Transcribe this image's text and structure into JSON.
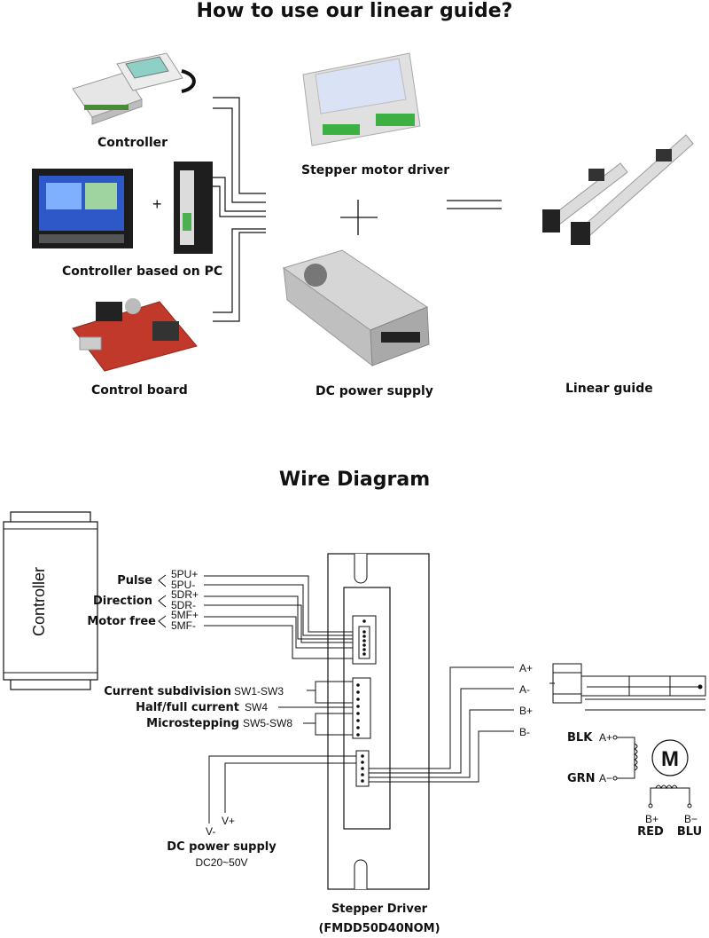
{
  "top": {
    "title": "How to use our linear guide?",
    "captions": {
      "controller": "Controller",
      "pc_controller": "Controller based on PC",
      "control_board": "Control board",
      "driver": "Stepper motor driver",
      "power": "DC power supply",
      "guide": "Linear guide"
    },
    "plus_sign": "+"
  },
  "wire": {
    "title": "Wire Diagram",
    "controller_label": "Controller",
    "signals": [
      {
        "name": "Pulse",
        "pins": [
          "5PU+",
          "5PU-"
        ]
      },
      {
        "name": "Direction",
        "pins": [
          "5DR+",
          "5DR-"
        ]
      },
      {
        "name": "Motor free",
        "pins": [
          "5MF+",
          "5MF-"
        ]
      }
    ],
    "switches": [
      {
        "name": "Current subdivision",
        "code": "SW1-SW3"
      },
      {
        "name": "Half/full current",
        "code": "SW4"
      },
      {
        "name": "Microstepping",
        "code": "SW5-SW8"
      }
    ],
    "power": {
      "minus": "V-",
      "plus": "V+",
      "label": "DC power supply",
      "range": "DC20~50V"
    },
    "motor_outputs": [
      "A+",
      "A-",
      "B+",
      "B-"
    ],
    "coil": {
      "blk": "BLK",
      "grn": "GRN",
      "a_plus": "A+",
      "a_minus": "A−",
      "b_plus": "B+",
      "b_minus": "B−",
      "red": "RED",
      "blu": "BLU",
      "motor_symbol": "M"
    },
    "driver_label": "Stepper Driver",
    "driver_model": "(FMDD50D40NOM)"
  }
}
